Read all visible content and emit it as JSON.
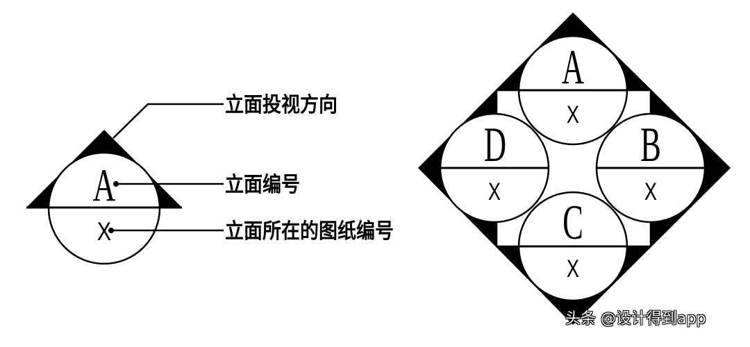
{
  "left_symbol": {
    "elevation_letter": "A",
    "drawing_number": "X",
    "callouts": [
      {
        "id": "direction",
        "label": "立面投视方向"
      },
      {
        "id": "number",
        "label": "立面编号"
      },
      {
        "id": "sheet",
        "label": "立面所在的图纸编号"
      }
    ]
  },
  "right_symbol": {
    "quadrants": [
      {
        "position": "top",
        "letter": "A",
        "drawing_number": "X"
      },
      {
        "position": "right",
        "letter": "B",
        "drawing_number": "X"
      },
      {
        "position": "bottom",
        "letter": "C",
        "drawing_number": "X"
      },
      {
        "position": "left",
        "letter": "D",
        "drawing_number": "X"
      }
    ]
  },
  "watermark": "头条 @设计得到app",
  "colors": {
    "ink": "#000000",
    "paper": "#ffffff"
  }
}
